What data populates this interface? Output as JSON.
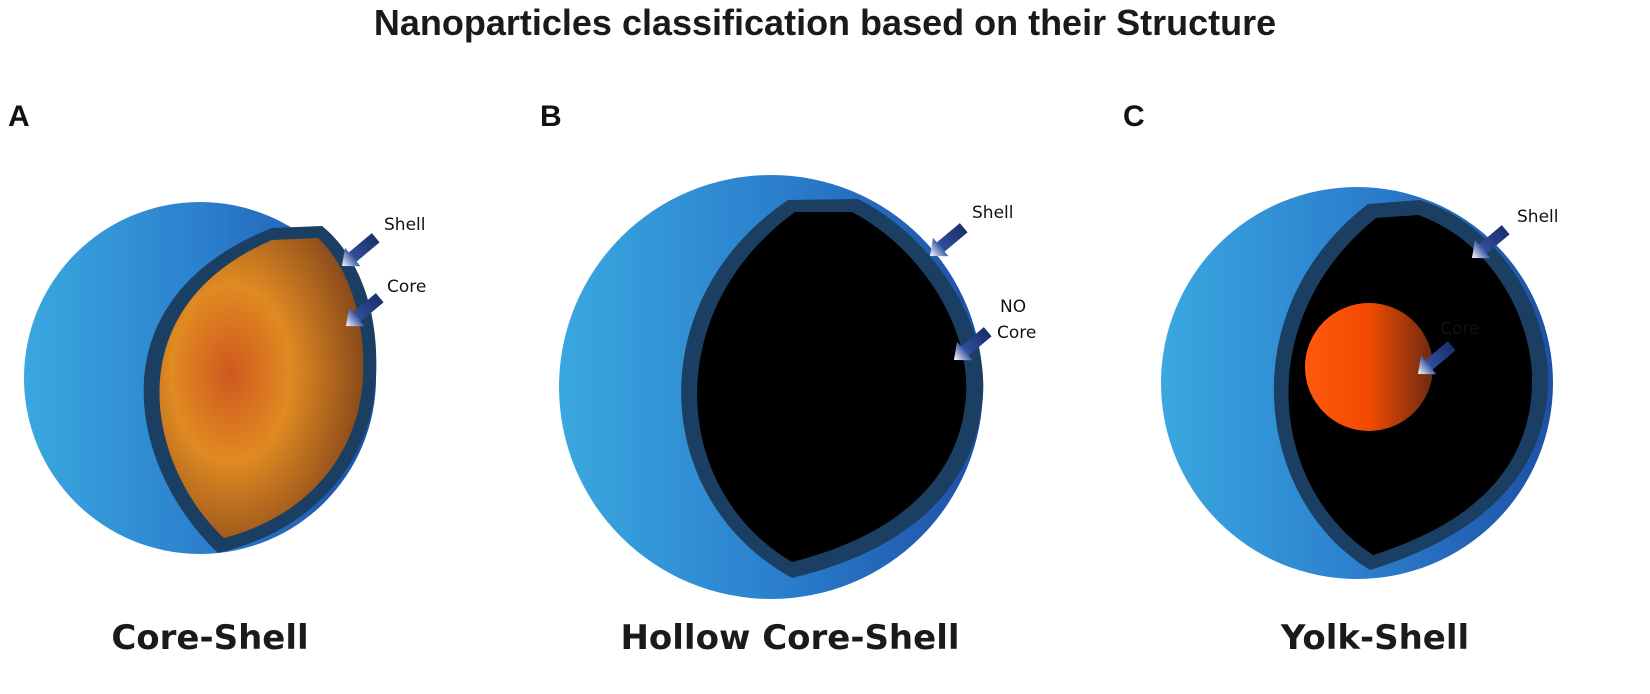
{
  "title": "Nanoparticles classification based on their Structure",
  "panels": [
    {
      "letter": "A",
      "caption": "Core-Shell",
      "labels": {
        "shell": "Shell",
        "core": "Core"
      }
    },
    {
      "letter": "B",
      "caption": "Hollow Core-Shell",
      "labels": {
        "shell": "Shell",
        "core_line1": "NO",
        "core_line2": "Core"
      }
    },
    {
      "letter": "C",
      "caption": "Yolk-Shell",
      "labels": {
        "shell": "Shell",
        "core": "Core"
      }
    }
  ],
  "colors": {
    "outer_shell_light": "#3aa8e0",
    "outer_shell_dark": "#1f4fa6",
    "shell_rim": "#1b3f63",
    "core_orange_center": "#d0581f",
    "core_orange_mid": "#e08a22",
    "core_orange_edge": "#8a4a1a",
    "hollow_interior": "#000000",
    "yolk_light": "#ff5500",
    "yolk_dark": "#6b2a10",
    "arrow_dark": "#1a2f6e",
    "arrow_light": "#ffffff"
  }
}
